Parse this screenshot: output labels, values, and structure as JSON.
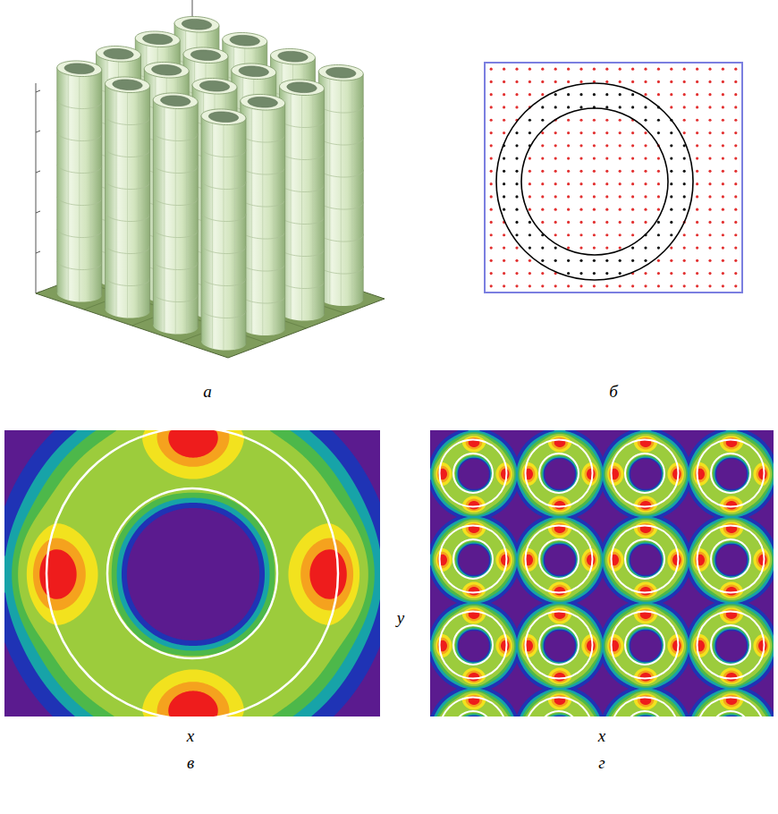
{
  "diagram": {
    "labels": [
      "а",
      "б",
      "y",
      "x",
      "x",
      "в",
      "г"
    ]
  }
}
